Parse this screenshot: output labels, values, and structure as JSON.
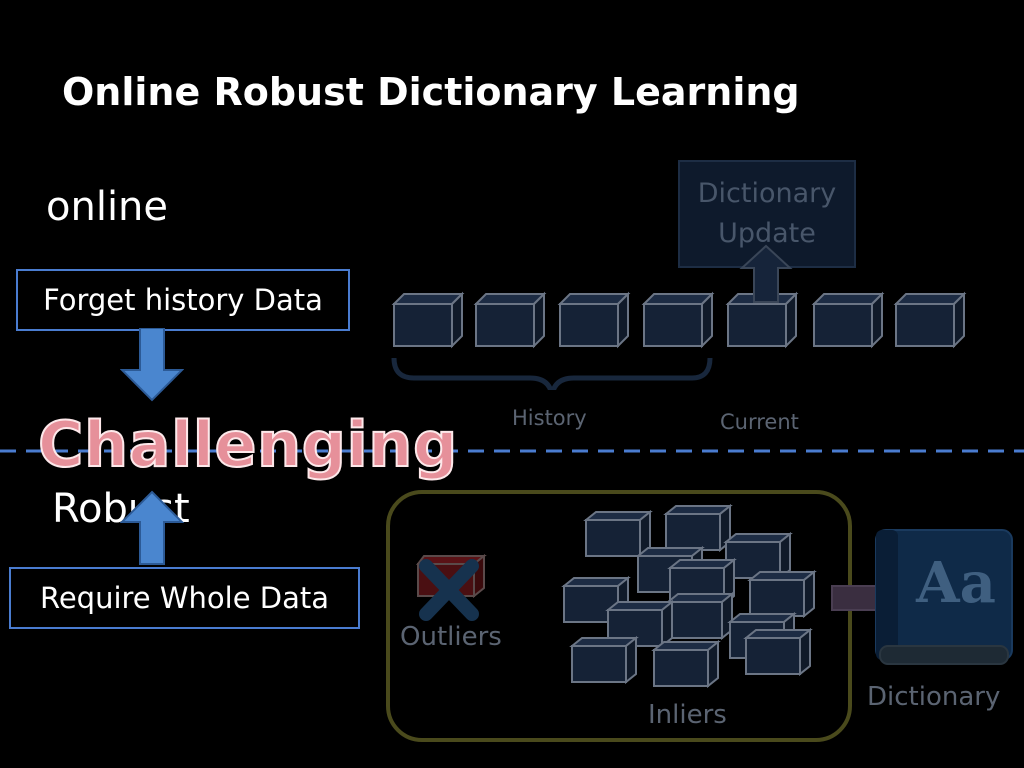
{
  "title": "Online Robust Dictionary Learning",
  "online": {
    "label": "online",
    "box_text": "Forget history Data",
    "dictionary_update": [
      "Dictionary",
      "Update"
    ],
    "history_label": "History",
    "current_label": "Current"
  },
  "center": {
    "challenging": "Challenging"
  },
  "robust": {
    "label": "Robust",
    "box_text": "Require Whole Data",
    "outliers_label": "Outliers",
    "inliers_label": "Inliers",
    "dictionary_label": "Dictionary",
    "dictionary_icon_text": "Aa"
  },
  "colors": {
    "background": "#000000",
    "box_border": "#4a7cd0",
    "arrow_fill": "#4a86cf",
    "challenging_fill": "#e6909a",
    "dashed_line": "#4a7cd0",
    "faded_text": "#5b6472",
    "cube_fill": "#152236",
    "inlier_frame": "#4a4a1c"
  }
}
